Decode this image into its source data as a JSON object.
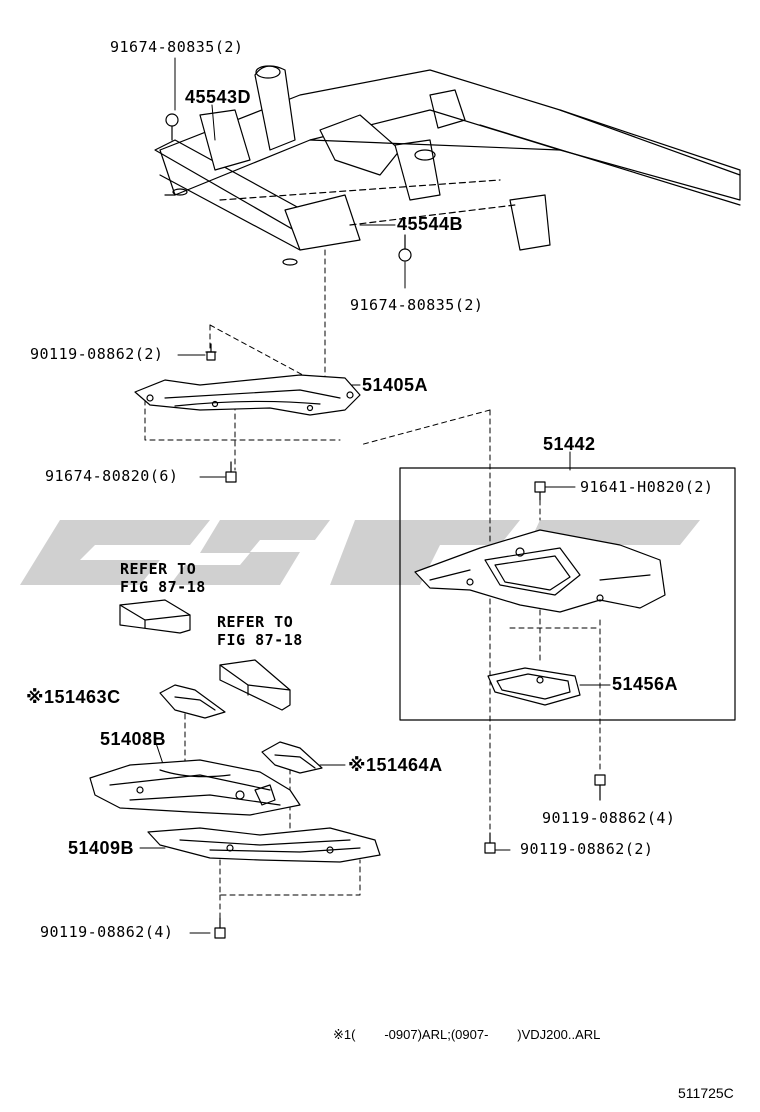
{
  "labels": {
    "p_91674_80835_top": "91674-80835(2)",
    "p_45543D": "45543D",
    "p_45544B": "45544B",
    "p_91674_80835_mid": "91674-80835(2)",
    "p_90119_08862_a": "90119-08862(2)",
    "p_51405A": "51405A",
    "p_91674_80820": "91674-80820(6)",
    "p_51442": "51442",
    "p_91641_H0820": "91641-H0820(2)",
    "refer_1_line1": "REFER TO",
    "refer_1_line2": "FIG 87-18",
    "refer_2_line1": "REFER TO",
    "refer_2_line2": "FIG 87-18",
    "p_51456A": "51456A",
    "p_51463C": "※151463C",
    "p_51408B": "51408B",
    "p_51464A": "※151464A",
    "p_51409B": "51409B",
    "p_90119_08862_b": "90119-08862(4)",
    "p_90119_08862_c": "90119-08862(2)",
    "p_90119_08862_d": "90119-08862(4)",
    "footnote": "※1(        -0907)ARL;(0907-        )VDJ200..ARL",
    "figure_code": "511725C"
  },
  "colors": {
    "line": "#000000",
    "watermark": "#c8c8c8"
  }
}
